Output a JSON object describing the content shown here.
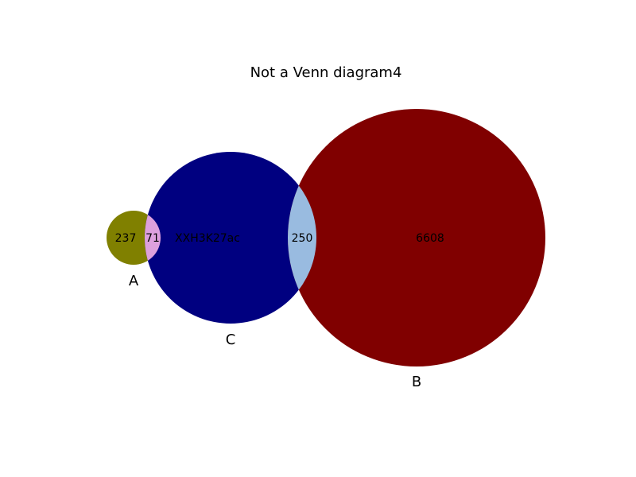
{
  "title": "Not a Venn diagram4",
  "sets": [
    {
      "label": "A",
      "color": "#808000"
    },
    {
      "label": "C",
      "color": "#000080"
    },
    {
      "label": "B",
      "color": "#800000"
    }
  ],
  "regions": {
    "a_only": "237",
    "a_and_c": "71",
    "c_only": "XXH3K27ac",
    "c_and_b": "250",
    "b_only": "6608"
  },
  "overlap_colors": {
    "a_and_c": "#dda0dd",
    "c_and_b": "#99bbe0"
  }
}
